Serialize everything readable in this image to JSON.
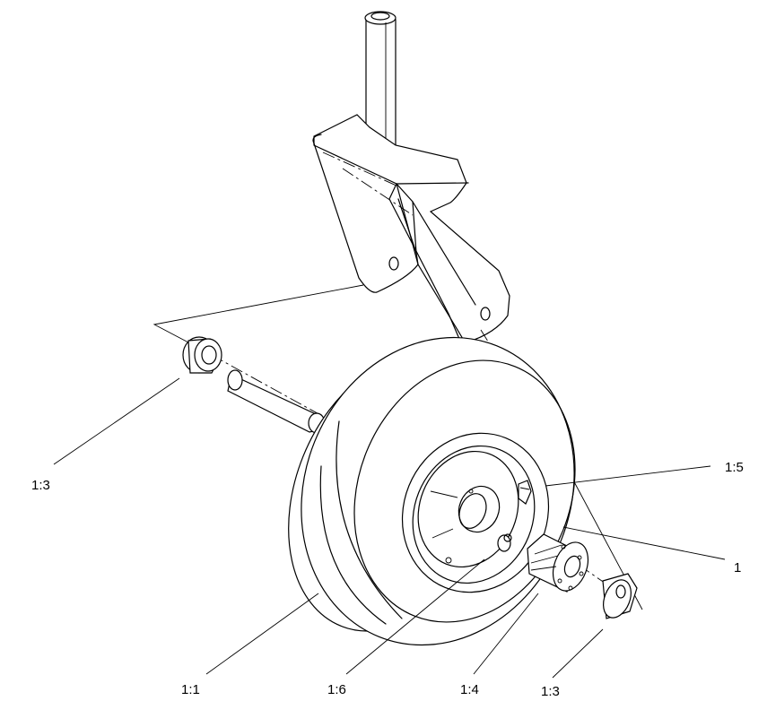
{
  "callouts": {
    "spacer_left": "1:3",
    "valve_stem": "1:5",
    "wheel_assembly": "1",
    "tire": "1:1",
    "hub_grease": "1:6",
    "bearing": "1:4",
    "spacer_right": "1:3"
  }
}
